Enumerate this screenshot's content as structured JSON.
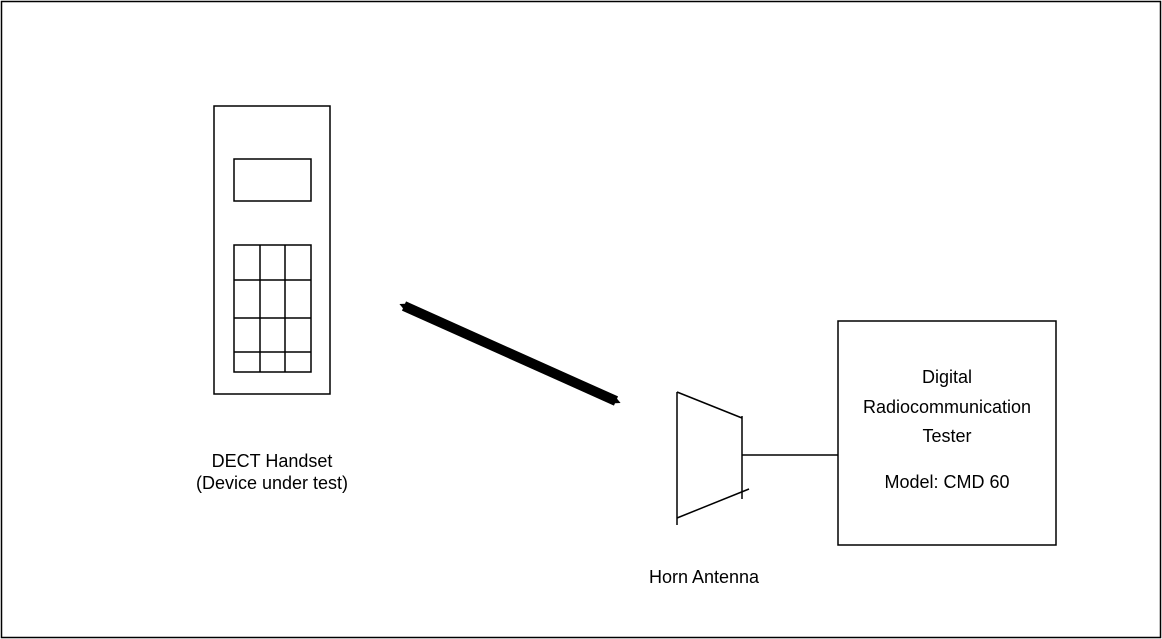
{
  "colors": {
    "stroke": "#000000",
    "background": "#ffffff",
    "text": "#000000"
  },
  "handset": {
    "label_line1": "DECT Handset",
    "label_line2": "(Device under test)"
  },
  "antenna": {
    "label": "Horn Antenna"
  },
  "tester": {
    "line1": "Digital",
    "line2": "Radiocommunication",
    "line3": "Tester",
    "model": "Model: CMD 60"
  }
}
